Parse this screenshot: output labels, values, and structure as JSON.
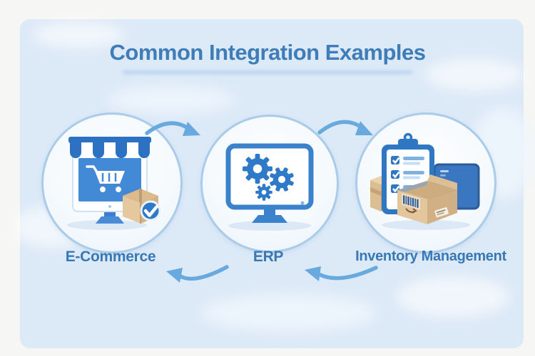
{
  "title": "Common Integration Examples",
  "nodes": [
    {
      "label": "E-Commerce",
      "icon": "ecommerce-storefront-icon",
      "description": "monitor with store awning, shopping cart on screen, shipped box with blue checkmark badge"
    },
    {
      "label": "ERP",
      "icon": "erp-gears-monitor-icon",
      "description": "desktop monitor with three blue gears on screen"
    },
    {
      "label": "Inventory Management",
      "icon": "inventory-clipboard-boxes-icon",
      "description": "checklist clipboard, blue tablet, cardboard boxes with barcode"
    }
  ],
  "flow": {
    "type": "cycle",
    "arrows": [
      {
        "from": "E-Commerce",
        "to": "ERP",
        "position": "top",
        "direction": "right"
      },
      {
        "from": "ERP",
        "to": "Inventory Management",
        "position": "top",
        "direction": "right"
      },
      {
        "from": "Inventory Management",
        "to": "ERP",
        "position": "bottom",
        "direction": "left"
      },
      {
        "from": "ERP",
        "to": "E-Commerce",
        "position": "bottom",
        "direction": "left"
      }
    ]
  },
  "colors": {
    "background_outer": "#f6f6f4",
    "background_panel": "#dce9f7",
    "title_text": "#3e7db8",
    "label_text": "#3878b4",
    "circle_border": "#a9cce9",
    "arrow_blue": "#69aade",
    "icon_blue": "#2f7cc9",
    "box_tan": "#ddbf94"
  }
}
